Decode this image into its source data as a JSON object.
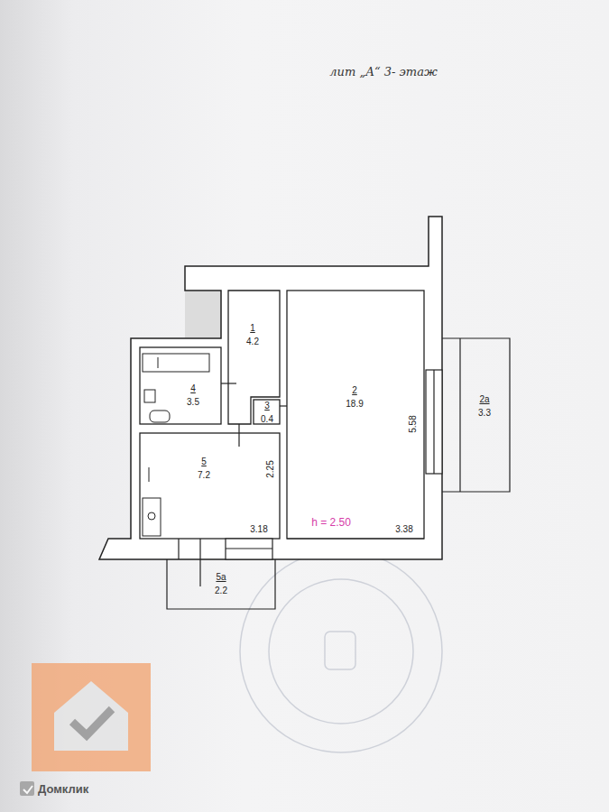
{
  "diagram": {
    "title": "лит „А“ 3- этаж",
    "nodes": [
      {
        "text": [
          "1",
          "4.2"
        ]
      },
      {
        "text": [
          "4",
          "3.5"
        ]
      },
      {
        "text": [
          "3",
          "0.4"
        ]
      },
      {
        "text": [
          "2",
          "18.9"
        ]
      },
      {
        "text": [
          "2а",
          "3.3"
        ]
      },
      {
        "text": [
          "5",
          "7.2"
        ]
      },
      {
        "text": [
          "5а",
          "2.2"
        ]
      }
    ],
    "labels": [
      "5.58",
      "2.25",
      "3.18",
      "h = 2.50",
      "3.38",
      "Домклик"
    ]
  }
}
